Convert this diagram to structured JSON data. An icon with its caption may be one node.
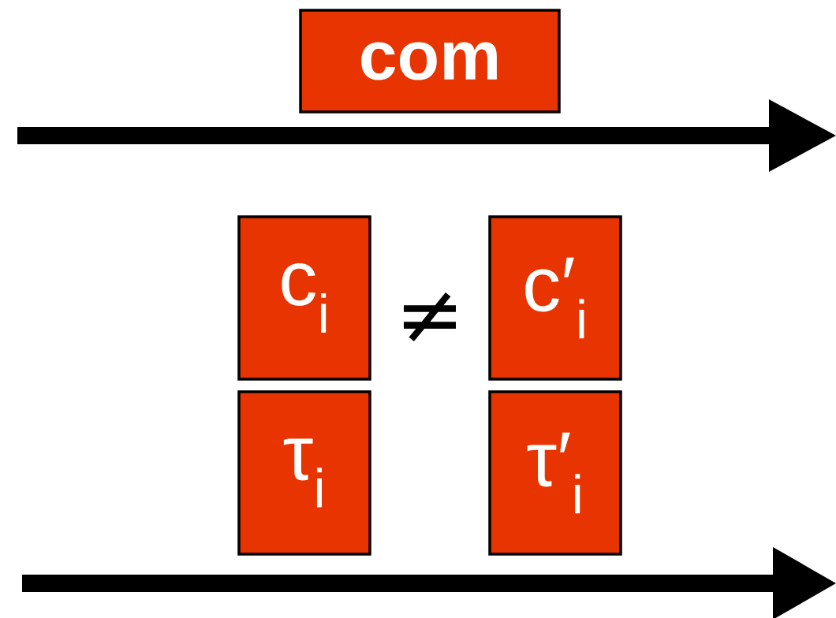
{
  "diagram": {
    "nodes": [
      {
        "text": [
          "com"
        ]
      },
      {
        "text": [
          "c$_{i}$"
        ]
      },
      {
        "text": [
          "c′$_{i}$"
        ]
      },
      {
        "text": [
          "τ$_{i}$"
        ]
      },
      {
        "text": [
          "τ′$_{i}$"
        ]
      }
    ],
    "labels": [
      "≠"
    ]
  }
}
